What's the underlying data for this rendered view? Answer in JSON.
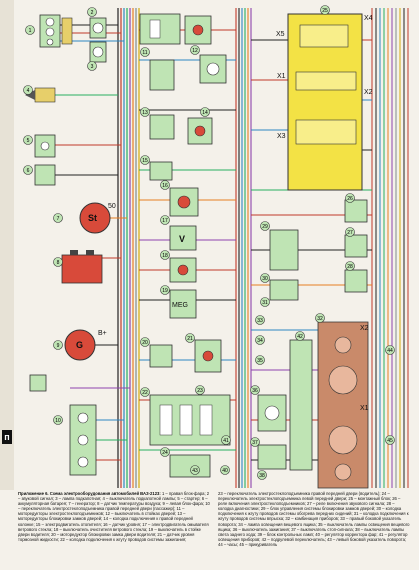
{
  "figure": {
    "page_mark": "п",
    "connector_labels": {
      "x5": "X5",
      "x4": "X4",
      "x1": "X1",
      "x2": "X2",
      "x3": "X3",
      "x1_lower": "X1",
      "x2_lower": "X2"
    },
    "component_labels": {
      "starter": "St",
      "generator": "G",
      "voltage": "V",
      "meg": "MEG",
      "fifty": "50",
      "b_plus": "B+"
    },
    "callouts": [
      "1",
      "2",
      "3",
      "4",
      "5",
      "6",
      "7",
      "8",
      "9",
      "10",
      "11",
      "12",
      "13",
      "14",
      "15",
      "16",
      "17",
      "18",
      "19",
      "20",
      "21",
      "22",
      "23",
      "24",
      "25",
      "26",
      "27",
      "28",
      "29",
      "30",
      "31",
      "32",
      "33",
      "34",
      "35",
      "36",
      "37",
      "38",
      "39",
      "40",
      "41",
      "42",
      "43",
      "44",
      "45"
    ]
  },
  "caption": {
    "title": "Приложение 6. Схема электрооборудования автомобилей ВАЗ-2123:",
    "left": "1 – правая блок-фара; 2 – звуковой сигнал; 3 – лампа подкапотная; 4 – выключатель подкапотной лампы; 5 – стартер; 6 – аккумуляторная батарея; 7 – генератор; 8 – датчик температуры воздуха; 9 – левая блок-фара; 10 – переключатель электростеклоподъемника правой передней двери (пассажир); 11 – моторедукторы электростеклоподъемников; 12 – выключатель в стойках дверей; 13 – моторедукторы блокировки замков дверей; 14 – колодка подключения к правой передней колонке; 15 – электродвигатель отопителя; 16 – датчик уровня; 17 – электродвигатель омывателя ветрового стекла; 18 – выключатель очистителя ветрового стекла; 19 – выключатель в стойке двери водителя; 20 – моторедуктор блокировки замка двери водителя; 21 – датчик уровня тормозной жидкости; 22 – колодка подключения к жгуту проводов системы зажигания;",
    "right": "23 – переключатель электростеклоподъемника правой передней двери (водитель); 24 – переключатель электростеклоподъемника левой передней двери; 25 – монтажный блок; 26 – реле включения электростеклоподъемников; 27 – реле включения звукового сигнала; 28 – колодка диагностики; 29 – блок управления системы блокировки замков дверей; 30 – колодка подключения к жгуту проводов системы обогрева передних сидений; 31 – колодка подключения к жгуту проводов системы впрыска; 32 – комбинация приборов; 33 – правый боковой указатель поворота; 34 – лампа освещения вещевого ящика; 35 – выключатель лампы освещения вещевого ящика; 36 – выключатель зажигания; 37 – выключатель стоп-сигнала; 38 – выключатель лампы света заднего хода; 39 – блок контрольных ламп; 40 – регулятор корректора фар; 41 – регулятор освещения приборов; 42 – подрулевой переключатель; 43 – левый боковой указатель поворота; 44 – часы; 45 – прикуриватель"
  }
}
